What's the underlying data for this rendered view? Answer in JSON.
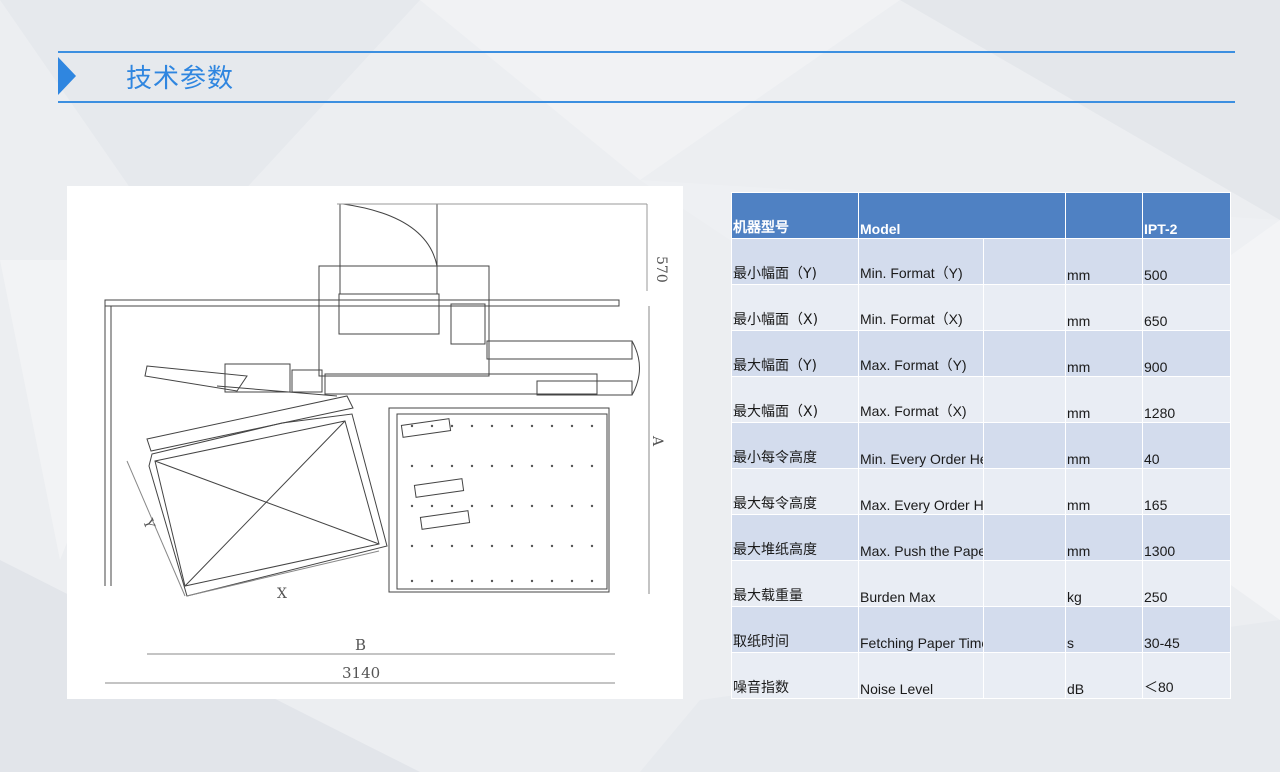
{
  "header": {
    "title": "技术参数",
    "accent_color": "#2f86e0"
  },
  "drawing": {
    "dimension_labels": {
      "top_height": "570",
      "side_a": "A",
      "side_y": "Y",
      "side_x": "X",
      "width_b": "B",
      "total_width": "3140"
    }
  },
  "table": {
    "header": {
      "param_cn": "机器型号",
      "param_en": "Model",
      "unit": "",
      "value": "IPT-2"
    },
    "rows": [
      {
        "cn": "最小幅面（Y)",
        "en": "Min. Format（Y)",
        "unit": "mm",
        "value": "500"
      },
      {
        "cn": "最小幅面（X)",
        "en": "Min. Format（X)",
        "unit": "mm",
        "value": "650"
      },
      {
        "cn": "最大幅面（Y)",
        "en": "Max. Format（Y)",
        "unit": "mm",
        "value": "900"
      },
      {
        "cn": "最大幅面（X)",
        "en": "Max. Format（X)",
        "unit": "mm",
        "value": "1280"
      },
      {
        "cn": "最小每令高度",
        "en": "Min. Every Order Height",
        "unit": "mm",
        "value": "40"
      },
      {
        "cn": "最大每令高度",
        "en": "Max. Every Order Height",
        "unit": "mm",
        "value": "165"
      },
      {
        "cn": "最大堆纸高度",
        "en": "Max. Push the Paper Height",
        "unit": "mm",
        "value": "1300"
      },
      {
        "cn": "最大载重量",
        "en": "Burden Max",
        "unit": "kg",
        "value": "250"
      },
      {
        "cn": "取纸时间",
        "en": "Fetching Paper Time",
        "unit": "s",
        "value": "30-45"
      },
      {
        "cn": "噪音指数",
        "en": "Noise Level",
        "unit": "dB",
        "value": "＜80"
      }
    ],
    "colors": {
      "header": "#4f81c3",
      "odd": "#d3dced",
      "even": "#e9edf4"
    }
  }
}
